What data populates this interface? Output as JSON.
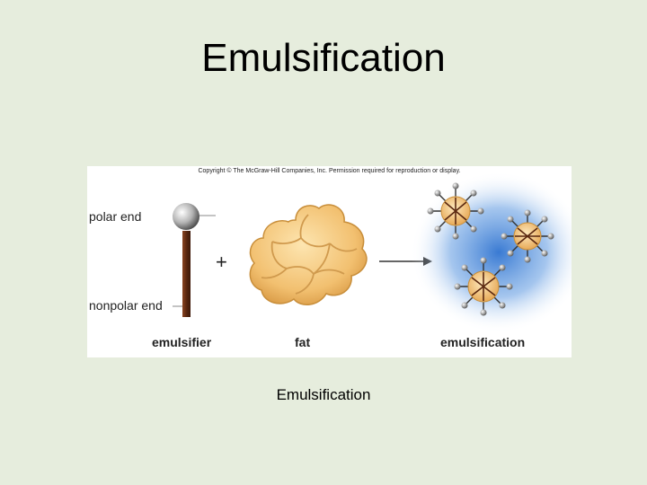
{
  "slide": {
    "title": "Emulsification",
    "caption": "Emulsification"
  },
  "figure": {
    "copyright": "Copyright © The McGraw-Hill Companies, Inc. Permission required for reproduction or display.",
    "labels": {
      "polar_end": "polar end",
      "nonpolar_end": "nonpolar end",
      "plus": "+"
    },
    "captions": {
      "emulsifier": "emulsifier",
      "fat": "fat",
      "emulsification": "emulsification"
    }
  },
  "colors": {
    "background": "#e6eddd",
    "fat_fill": "#f3c477",
    "fat_outline": "#c88e3a",
    "emulsifier_tail": "#6b3318",
    "halo": "#4a86d8"
  }
}
